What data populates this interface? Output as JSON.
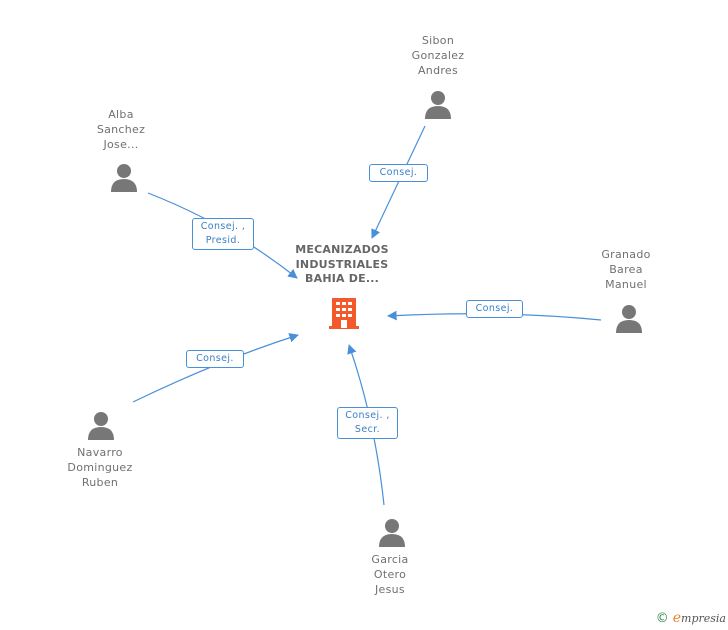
{
  "center": {
    "name_lines": [
      "MECANIZADOS",
      "INDUSTRIALES",
      "BAHIA DE..."
    ],
    "icon": "building-icon",
    "icon_color": "#f4592c"
  },
  "people": [
    {
      "id": "sibon",
      "name_lines": [
        "Sibon",
        "Gonzalez",
        "Andres"
      ],
      "role_lines": [
        "Consej."
      ]
    },
    {
      "id": "alba",
      "name_lines": [
        "Alba",
        "Sanchez",
        "Jose..."
      ],
      "role_lines": [
        "Consej. ,",
        "Presid."
      ]
    },
    {
      "id": "granado",
      "name_lines": [
        "Granado",
        "Barea",
        "Manuel"
      ],
      "role_lines": [
        "Consej."
      ]
    },
    {
      "id": "navarro",
      "name_lines": [
        "Navarro",
        "Dominguez",
        "Ruben"
      ],
      "role_lines": [
        "Consej."
      ]
    },
    {
      "id": "garcia",
      "name_lines": [
        "Garcia",
        "Otero",
        "Jesus"
      ],
      "role_lines": [
        "Consej. ,",
        "Secr."
      ]
    }
  ],
  "colors": {
    "edge": "#4a90d9",
    "person_icon": "#777777"
  },
  "footer": {
    "copyright": "©",
    "brand_initial": "e",
    "brand_rest": "mpresia"
  }
}
